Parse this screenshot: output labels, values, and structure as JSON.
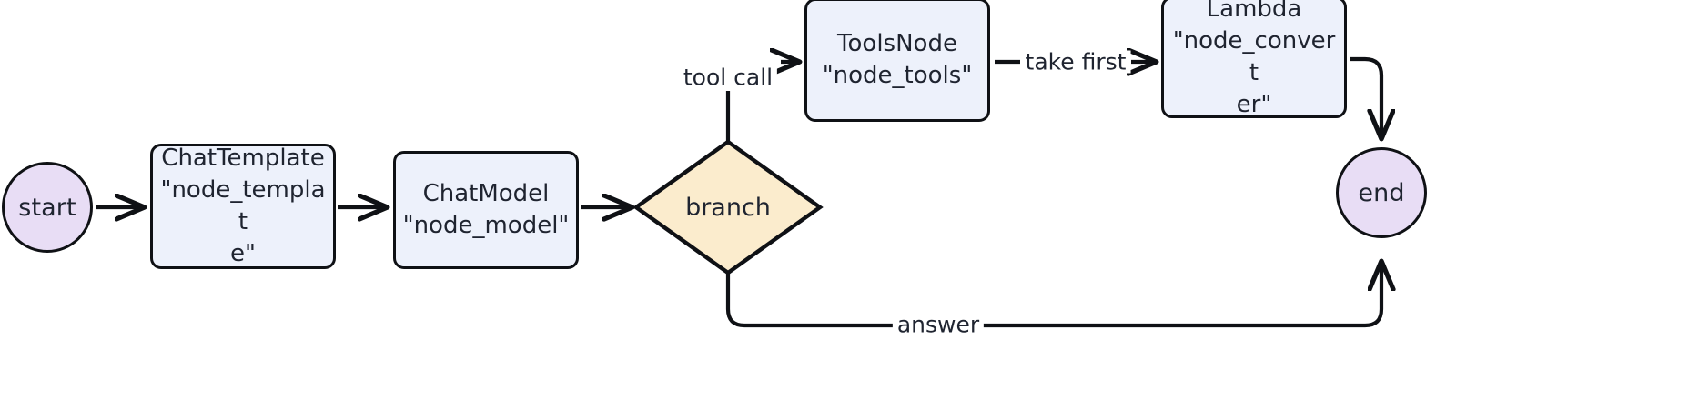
{
  "diagram": {
    "type": "flowchart",
    "title": "langgraph agent graph",
    "colors": {
      "terminal_fill": "#e8ddf5",
      "process_fill": "#edf1fb",
      "decision_fill": "#fbeccd",
      "stroke": "#0f1115",
      "text": "#1f2430",
      "background": "#ffffff"
    },
    "nodes": [
      {
        "id": "start",
        "shape": "circle",
        "label": "start",
        "lines": [
          "start"
        ]
      },
      {
        "id": "node_template",
        "shape": "rounded-rect",
        "label": "ChatTemplate \"node_template\"",
        "lines": [
          "ChatTemplate",
          "\"node_templat",
          "e\""
        ]
      },
      {
        "id": "node_model",
        "shape": "rounded-rect",
        "label": "ChatModel \"node_model\"",
        "lines": [
          "ChatModel",
          "\"node_model\""
        ]
      },
      {
        "id": "branch",
        "shape": "diamond",
        "label": "branch",
        "lines": [
          "branch"
        ]
      },
      {
        "id": "node_tools",
        "shape": "rounded-rect",
        "label": "ToolsNode \"node_tools\"",
        "lines": [
          "ToolsNode",
          "\"node_tools\""
        ]
      },
      {
        "id": "node_converter",
        "shape": "rounded-rect",
        "label": "Lambda \"node_converter\"",
        "lines": [
          "Lambda",
          "\"node_convert",
          "er\""
        ]
      },
      {
        "id": "end",
        "shape": "circle",
        "label": "end",
        "lines": [
          "end"
        ]
      }
    ],
    "edges": [
      {
        "id": "e1",
        "from": "start",
        "to": "node_template",
        "label": ""
      },
      {
        "id": "e2",
        "from": "node_template",
        "to": "node_model",
        "label": ""
      },
      {
        "id": "e3",
        "from": "node_model",
        "to": "branch",
        "label": ""
      },
      {
        "id": "e4",
        "from": "branch",
        "to": "node_tools",
        "label": "tool call"
      },
      {
        "id": "e5",
        "from": "node_tools",
        "to": "node_converter",
        "label": "take first"
      },
      {
        "id": "e6",
        "from": "node_converter",
        "to": "end",
        "label": ""
      },
      {
        "id": "e7",
        "from": "branch",
        "to": "end",
        "label": "answer"
      }
    ]
  }
}
